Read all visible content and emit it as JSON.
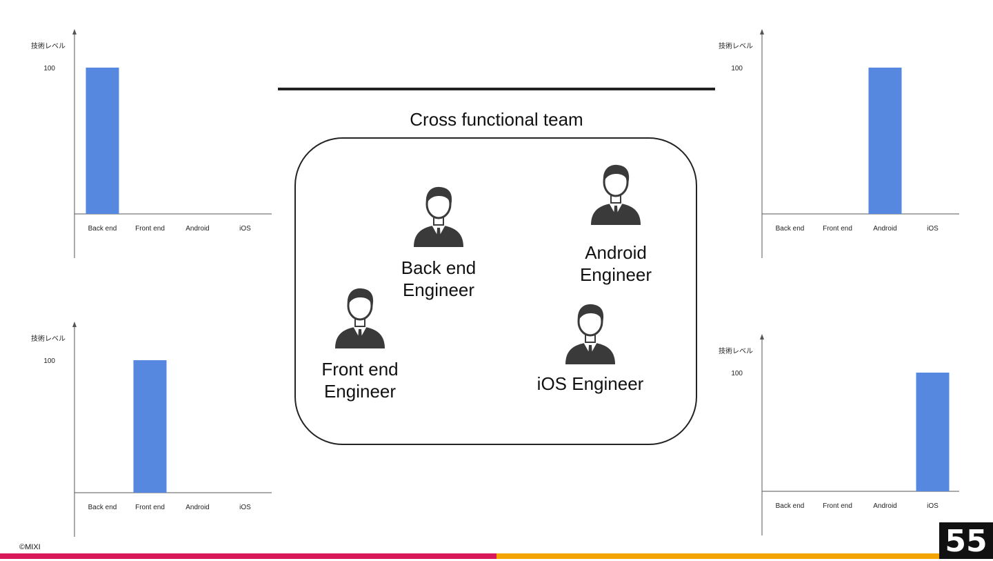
{
  "team": {
    "title": "Cross functional team",
    "members": [
      {
        "id": "backend",
        "label": "Back end\nEngineer"
      },
      {
        "id": "android",
        "label": "Android\nEngineer"
      },
      {
        "id": "frontend",
        "label": "Front end\nEngineer"
      },
      {
        "id": "ios",
        "label": "iOS Engineer"
      }
    ]
  },
  "colors": {
    "bar": "#5688e0",
    "axis": "#555555",
    "accent_left": "#d9185a",
    "accent_right": "#f2a400"
  },
  "chart_data": [
    {
      "type": "bar",
      "ylabel": "技術レベル",
      "ytick": "100",
      "categories": [
        "Back end",
        "Front end",
        "Android",
        "iOS"
      ],
      "values": [
        100,
        0,
        0,
        0
      ],
      "ylim": [
        0,
        100
      ]
    },
    {
      "type": "bar",
      "ylabel": "技術レベル",
      "ytick": "100",
      "categories": [
        "Back end",
        "Front end",
        "Android",
        "iOS"
      ],
      "values": [
        0,
        0,
        100,
        0
      ],
      "ylim": [
        0,
        100
      ]
    },
    {
      "type": "bar",
      "ylabel": "技術レベル",
      "ytick": "100",
      "categories": [
        "Back end",
        "Front end",
        "Android",
        "iOS"
      ],
      "values": [
        0,
        100,
        0,
        0
      ],
      "ylim": [
        0,
        100
      ]
    },
    {
      "type": "bar",
      "ylabel": "技術レベル",
      "ytick": "100",
      "categories": [
        "Back end",
        "Front end",
        "Android",
        "iOS"
      ],
      "values": [
        0,
        0,
        0,
        100
      ],
      "ylim": [
        0,
        100
      ]
    }
  ],
  "footer": {
    "copyright": "©MIXI",
    "page_number": "55"
  }
}
